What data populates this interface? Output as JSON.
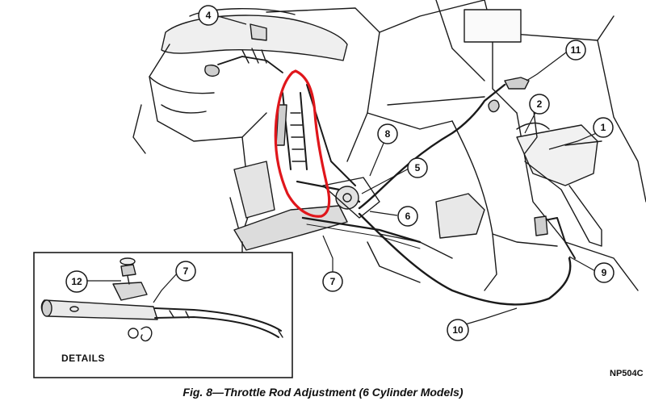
{
  "figure": {
    "caption": "Fig. 8—Throttle Rod Adjustment (6 Cylinder Models)",
    "code": "NP504C",
    "details_label": "DETAILS"
  },
  "callouts": [
    {
      "id": "c1",
      "label": "1"
    },
    {
      "id": "c2",
      "label": "2"
    },
    {
      "id": "c4",
      "label": "4"
    },
    {
      "id": "c5",
      "label": "5"
    },
    {
      "id": "c6",
      "label": "6"
    },
    {
      "id": "c7-main",
      "label": "7"
    },
    {
      "id": "c7-detail",
      "label": "7"
    },
    {
      "id": "c8",
      "label": "8"
    },
    {
      "id": "c9",
      "label": "9"
    },
    {
      "id": "c10",
      "label": "10"
    },
    {
      "id": "c11",
      "label": "11"
    },
    {
      "id": "c12",
      "label": "12"
    }
  ],
  "colors": {
    "line": "#1a1a1a",
    "shade": "#d6d6d6",
    "highlight": "#e0161b"
  }
}
